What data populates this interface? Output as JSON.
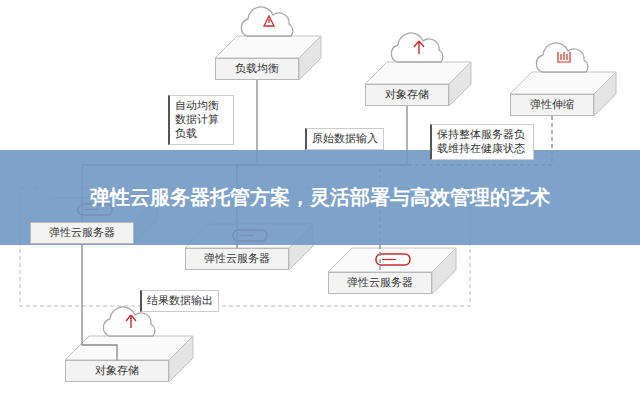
{
  "diagram": {
    "title": "弹性云服务器托管方案，灵活部署与高效管理的艺术",
    "nodes": [
      {
        "text": [
          "负载均衡"
        ]
      },
      {
        "text": [
          "对象存储"
        ]
      },
      {
        "text": [
          "弹性伸缩"
        ]
      },
      {
        "text": [
          "弹性云服务器"
        ]
      },
      {
        "text": [
          "弹性云服务器"
        ]
      },
      {
        "text": [
          "弹性云服务器"
        ]
      },
      {
        "text": [
          "对象存储"
        ]
      }
    ],
    "edges": [
      {
        "from": 0,
        "to": 3,
        "label": "自动均衡数据计算负载",
        "arrow": "none"
      },
      {
        "from": 1,
        "to": 4,
        "label": "原始数据输入",
        "arrow": "none"
      },
      {
        "from": 2,
        "to": 5,
        "label": "保持整体服务器负载维持在健康状态",
        "arrow": "none"
      },
      {
        "from": 3,
        "to": 6,
        "label": "结果数据输出",
        "arrow": "none"
      }
    ]
  }
}
